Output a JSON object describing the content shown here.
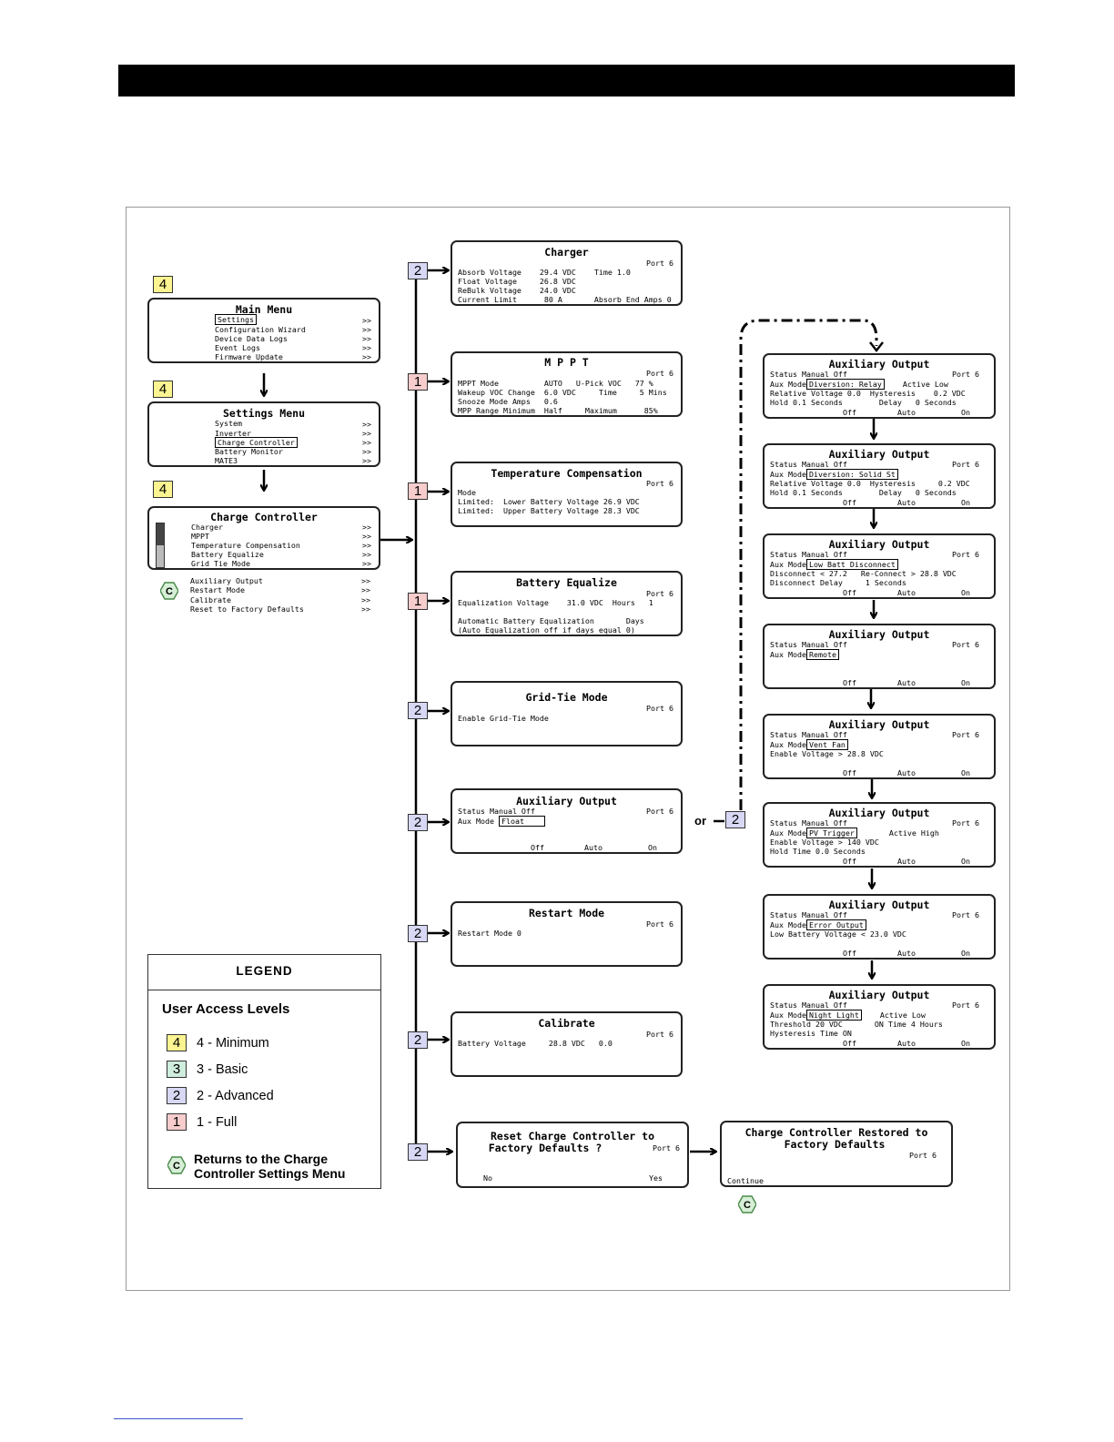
{
  "main_menu": {
    "title": "Main Menu",
    "items": [
      "Settings",
      "Configuration Wizard",
      "Device Data Logs",
      "Event Logs",
      "Firmware Update"
    ],
    "arrows": ">>"
  },
  "settings_menu": {
    "title": "Settings Menu",
    "items": [
      "System",
      "Inverter",
      "Charge Controller",
      "Battery Monitor",
      "MATE3"
    ]
  },
  "cc_menu": {
    "title": "Charge Controller",
    "items": [
      "Charger",
      "MPPT",
      "Temperature Compensation",
      "Battery Equalize",
      "Grid Tie Mode"
    ],
    "extra_items": [
      "Auxiliary Output",
      "Restart Mode",
      "Calibrate",
      "Reset to Factory Defaults"
    ]
  },
  "badges": {
    "b4": "4",
    "b3": "3",
    "b2": "2",
    "b1": "1",
    "c": "C",
    "or": "or"
  },
  "charger": {
    "title": "Charger",
    "port": "Port 6",
    "lines": [
      "Absorb Voltage    29.4 VDC    Time 1.0",
      "Float Voltage     26.8 VDC",
      "ReBulk Voltage    24.0 VDC",
      "Current Limit      80 A       Absorb End Amps 0"
    ]
  },
  "mppt": {
    "title": "M P P T",
    "port": "Port 6",
    "lines": [
      "MPPT Mode          AUTO   U-Pick VOC   77 %",
      "Wakeup VOC Change  6.0 VDC     Time     5 Mins",
      "Snooze Mode Amps   0.6",
      "MPP Range Minimum  Half     Maximum      85%"
    ]
  },
  "temp_comp": {
    "title": "Temperature Compensation",
    "port": "Port 6",
    "lines": [
      "Mode",
      "Limited:  Lower Battery Voltage 26.9 VDC",
      "Limited:  Upper Battery Voltage 28.3 VDC"
    ]
  },
  "batt_eq": {
    "title": "Battery Equalize",
    "port": "Port 6",
    "lines": [
      "Equalization Voltage    31.0 VDC  Hours   1",
      "",
      "Automatic Battery Equalization       Days",
      "(Auto Equalization off if days equal 0)"
    ]
  },
  "grid_tie": {
    "title": "Grid-Tie Mode",
    "port": "Port 6",
    "lines": [
      "Enable Grid-Tie Mode"
    ]
  },
  "aux_float": {
    "title": "Auxiliary Output",
    "port": "Port 6",
    "status": "Status Manual Off",
    "aux_mode_label": "Aux Mode",
    "mode": "Float",
    "footer": [
      "Off",
      "Auto",
      "On"
    ]
  },
  "restart": {
    "title": "Restart Mode",
    "port": "Port 6",
    "lines": [
      "Restart Mode 0"
    ]
  },
  "calibrate": {
    "title": "Calibrate",
    "port": "Port 6",
    "lines": [
      "Battery Voltage     28.8 VDC   0.0"
    ]
  },
  "reset": {
    "title1": "Reset Charge Controller to",
    "title2": "Factory Defaults  ?",
    "port": "Port 6",
    "no": "No",
    "yes": "Yes"
  },
  "restored": {
    "title1": "Charge Controller Restored to",
    "title2": "Factory Defaults",
    "port": "Port 6",
    "continue": "Continue"
  },
  "aux_modes": [
    {
      "title": "Auxiliary Output",
      "port": "Port 6",
      "status": "Status Manual Off",
      "aux": "Aux Mode",
      "mode": "Diversion: Relay",
      "after_mode": "    Active Low",
      "lines": [
        "Relative Voltage 0.0  Hysteresis    0.2 VDC",
        "Hold 0.1 Seconds        Delay   0 Seconds"
      ],
      "footer": [
        "Off",
        "Auto",
        "On"
      ]
    },
    {
      "title": "Auxiliary Output",
      "port": "Port 6",
      "status": "Status Manual Off",
      "aux": "Aux Mode",
      "mode": "Diversion: Solid St",
      "after_mode": "",
      "lines": [
        "Relative Voltage 0.0  Hysteresis     0.2 VDC",
        "Hold 0.1 Seconds        Delay   0 Seconds"
      ],
      "footer": [
        "Off",
        "Auto",
        "On"
      ]
    },
    {
      "title": "Auxiliary Output",
      "port": "Port 6",
      "status": "Status Manual Off",
      "aux": "Aux Mode",
      "mode": "Low Batt Disconnect",
      "after_mode": "",
      "lines": [
        "Disconnect < 27.2   Re-Connect > 28.8 VDC",
        "Disconnect Delay     1 Seconds"
      ],
      "footer": [
        "Off",
        "Auto",
        "On"
      ]
    },
    {
      "title": "Auxiliary Output",
      "port": "Port 6",
      "status": "Status Manual Off",
      "aux": "Aux Mode",
      "mode": "Remote",
      "after_mode": "",
      "lines": [],
      "footer": [
        "Off",
        "Auto",
        "On"
      ]
    },
    {
      "title": "Auxiliary Output",
      "port": "Port 6",
      "status": "Status Manual Off",
      "aux": "Aux Mode",
      "mode": "Vent Fan",
      "after_mode": "",
      "lines": [
        "Enable Voltage > 28.8 VDC"
      ],
      "footer": [
        "Off",
        "Auto",
        "On"
      ]
    },
    {
      "title": "Auxiliary Output",
      "port": "Port 6",
      "status": "Status Manual Off",
      "aux": "Aux Mode",
      "mode": "PV Trigger",
      "after_mode": "       Active High",
      "lines": [
        "Enable Voltage > 140 VDC",
        "Hold Time 0.0 Seconds"
      ],
      "footer": [
        "Off",
        "Auto",
        "On"
      ]
    },
    {
      "title": "Auxiliary Output",
      "port": "Port 6",
      "status": "Status Manual Off",
      "aux": "Aux Mode",
      "mode": "Error Output",
      "after_mode": "",
      "lines": [
        "Low Battery Voltage < 23.0 VDC"
      ],
      "footer": [
        "Off",
        "Auto",
        "On"
      ]
    },
    {
      "title": "Auxiliary Output",
      "port": "Port 6",
      "status": "Status Manual Off",
      "aux": "Aux Mode",
      "mode": "Night Light",
      "after_mode": "    Active Low",
      "lines": [
        "Threshold 20 VDC       ON Time 4 Hours",
        "Hysteresis Time ON"
      ],
      "footer": [
        "Off",
        "Auto",
        "On"
      ]
    }
  ],
  "legend": {
    "title": "LEGEND",
    "heading": "User Access Levels",
    "items": [
      "4 - Minimum",
      "3 - Basic",
      "2 - Advanced",
      "1 - Full"
    ],
    "returns1": "Returns to the Charge",
    "returns2": "Controller Settings Menu"
  }
}
